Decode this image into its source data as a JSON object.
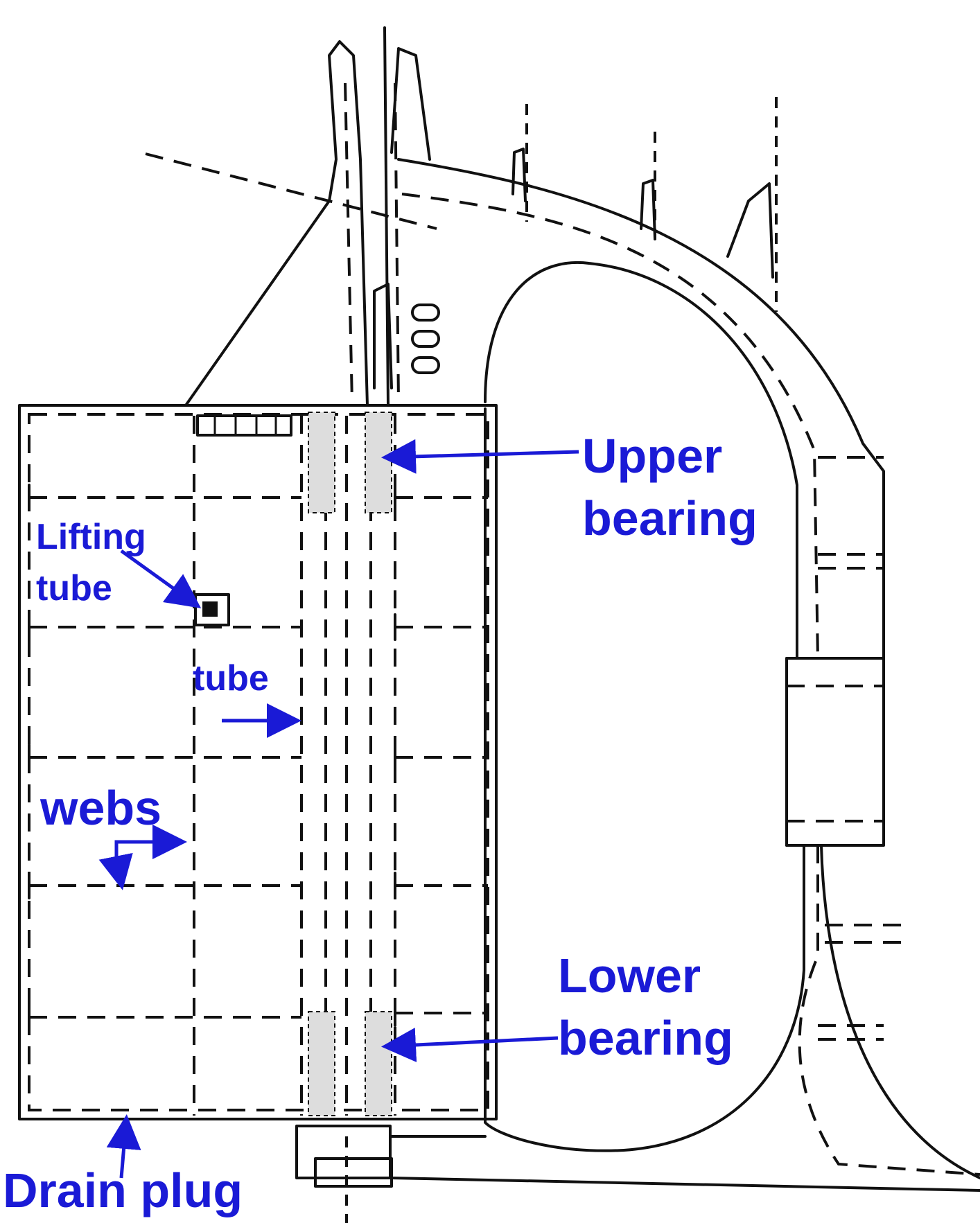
{
  "labels": {
    "upper_bearing_line1": "Upper",
    "upper_bearing_line2": "bearing",
    "lifting_tube_line1": "Lifting",
    "lifting_tube_line2": "tube",
    "tube": "tube",
    "webs": "webs",
    "lower_bearing_line1": "Lower",
    "lower_bearing_line2": "bearing",
    "drain_plug": "Drain plug"
  },
  "colors": {
    "label": "#1a1ad6",
    "line": "#111111",
    "background": "#ffffff"
  }
}
